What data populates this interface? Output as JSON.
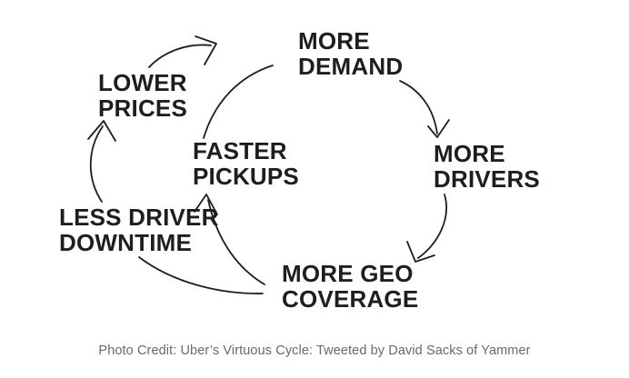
{
  "diagram": {
    "type": "cycle-diagram",
    "subject": "Uber virtuous cycle",
    "colors": {
      "ink": "#1e1e1e",
      "caption_text": "#696969",
      "background": "#ffffff"
    },
    "nodes": {
      "more_demand": {
        "line1": "MORE",
        "line2": "DEMAND"
      },
      "more_drivers": {
        "line1": "MORE",
        "line2": "DRIVERS"
      },
      "more_geo_coverage": {
        "line1": "MORE GEO",
        "line2": "COVERAGE"
      },
      "faster_pickups": {
        "line1": "FASTER",
        "line2": "PICKUPS"
      },
      "less_driver_downtime": {
        "line1": "LESS DRIVER",
        "line2": "DOWNTIME"
      },
      "lower_prices": {
        "line1": "LOWER",
        "line2": "PRICES"
      }
    },
    "edges": [
      {
        "from": "LOWER PRICES",
        "to": "MORE DEMAND",
        "arrowhead": true
      },
      {
        "from": "MORE DEMAND",
        "to": "MORE DRIVERS",
        "arrowhead": true
      },
      {
        "from": "MORE DRIVERS",
        "to": "MORE GEO COVERAGE",
        "arrowhead": true
      },
      {
        "from": "MORE GEO COVERAGE",
        "to": "FASTER PICKUPS",
        "arrowhead": true
      },
      {
        "from": "FASTER PICKUPS",
        "to": "MORE DEMAND",
        "arrowhead": false
      },
      {
        "from": "LESS DRIVER DOWNTIME",
        "to": "LOWER PRICES",
        "arrowhead": true
      },
      {
        "from": "LESS DRIVER DOWNTIME",
        "to": "MORE GEO COVERAGE",
        "arrowhead": false
      }
    ]
  },
  "caption": {
    "text": "Photo Credit: Uber’s Virtuous Cycle: Tweeted by David Sacks of Yammer"
  }
}
